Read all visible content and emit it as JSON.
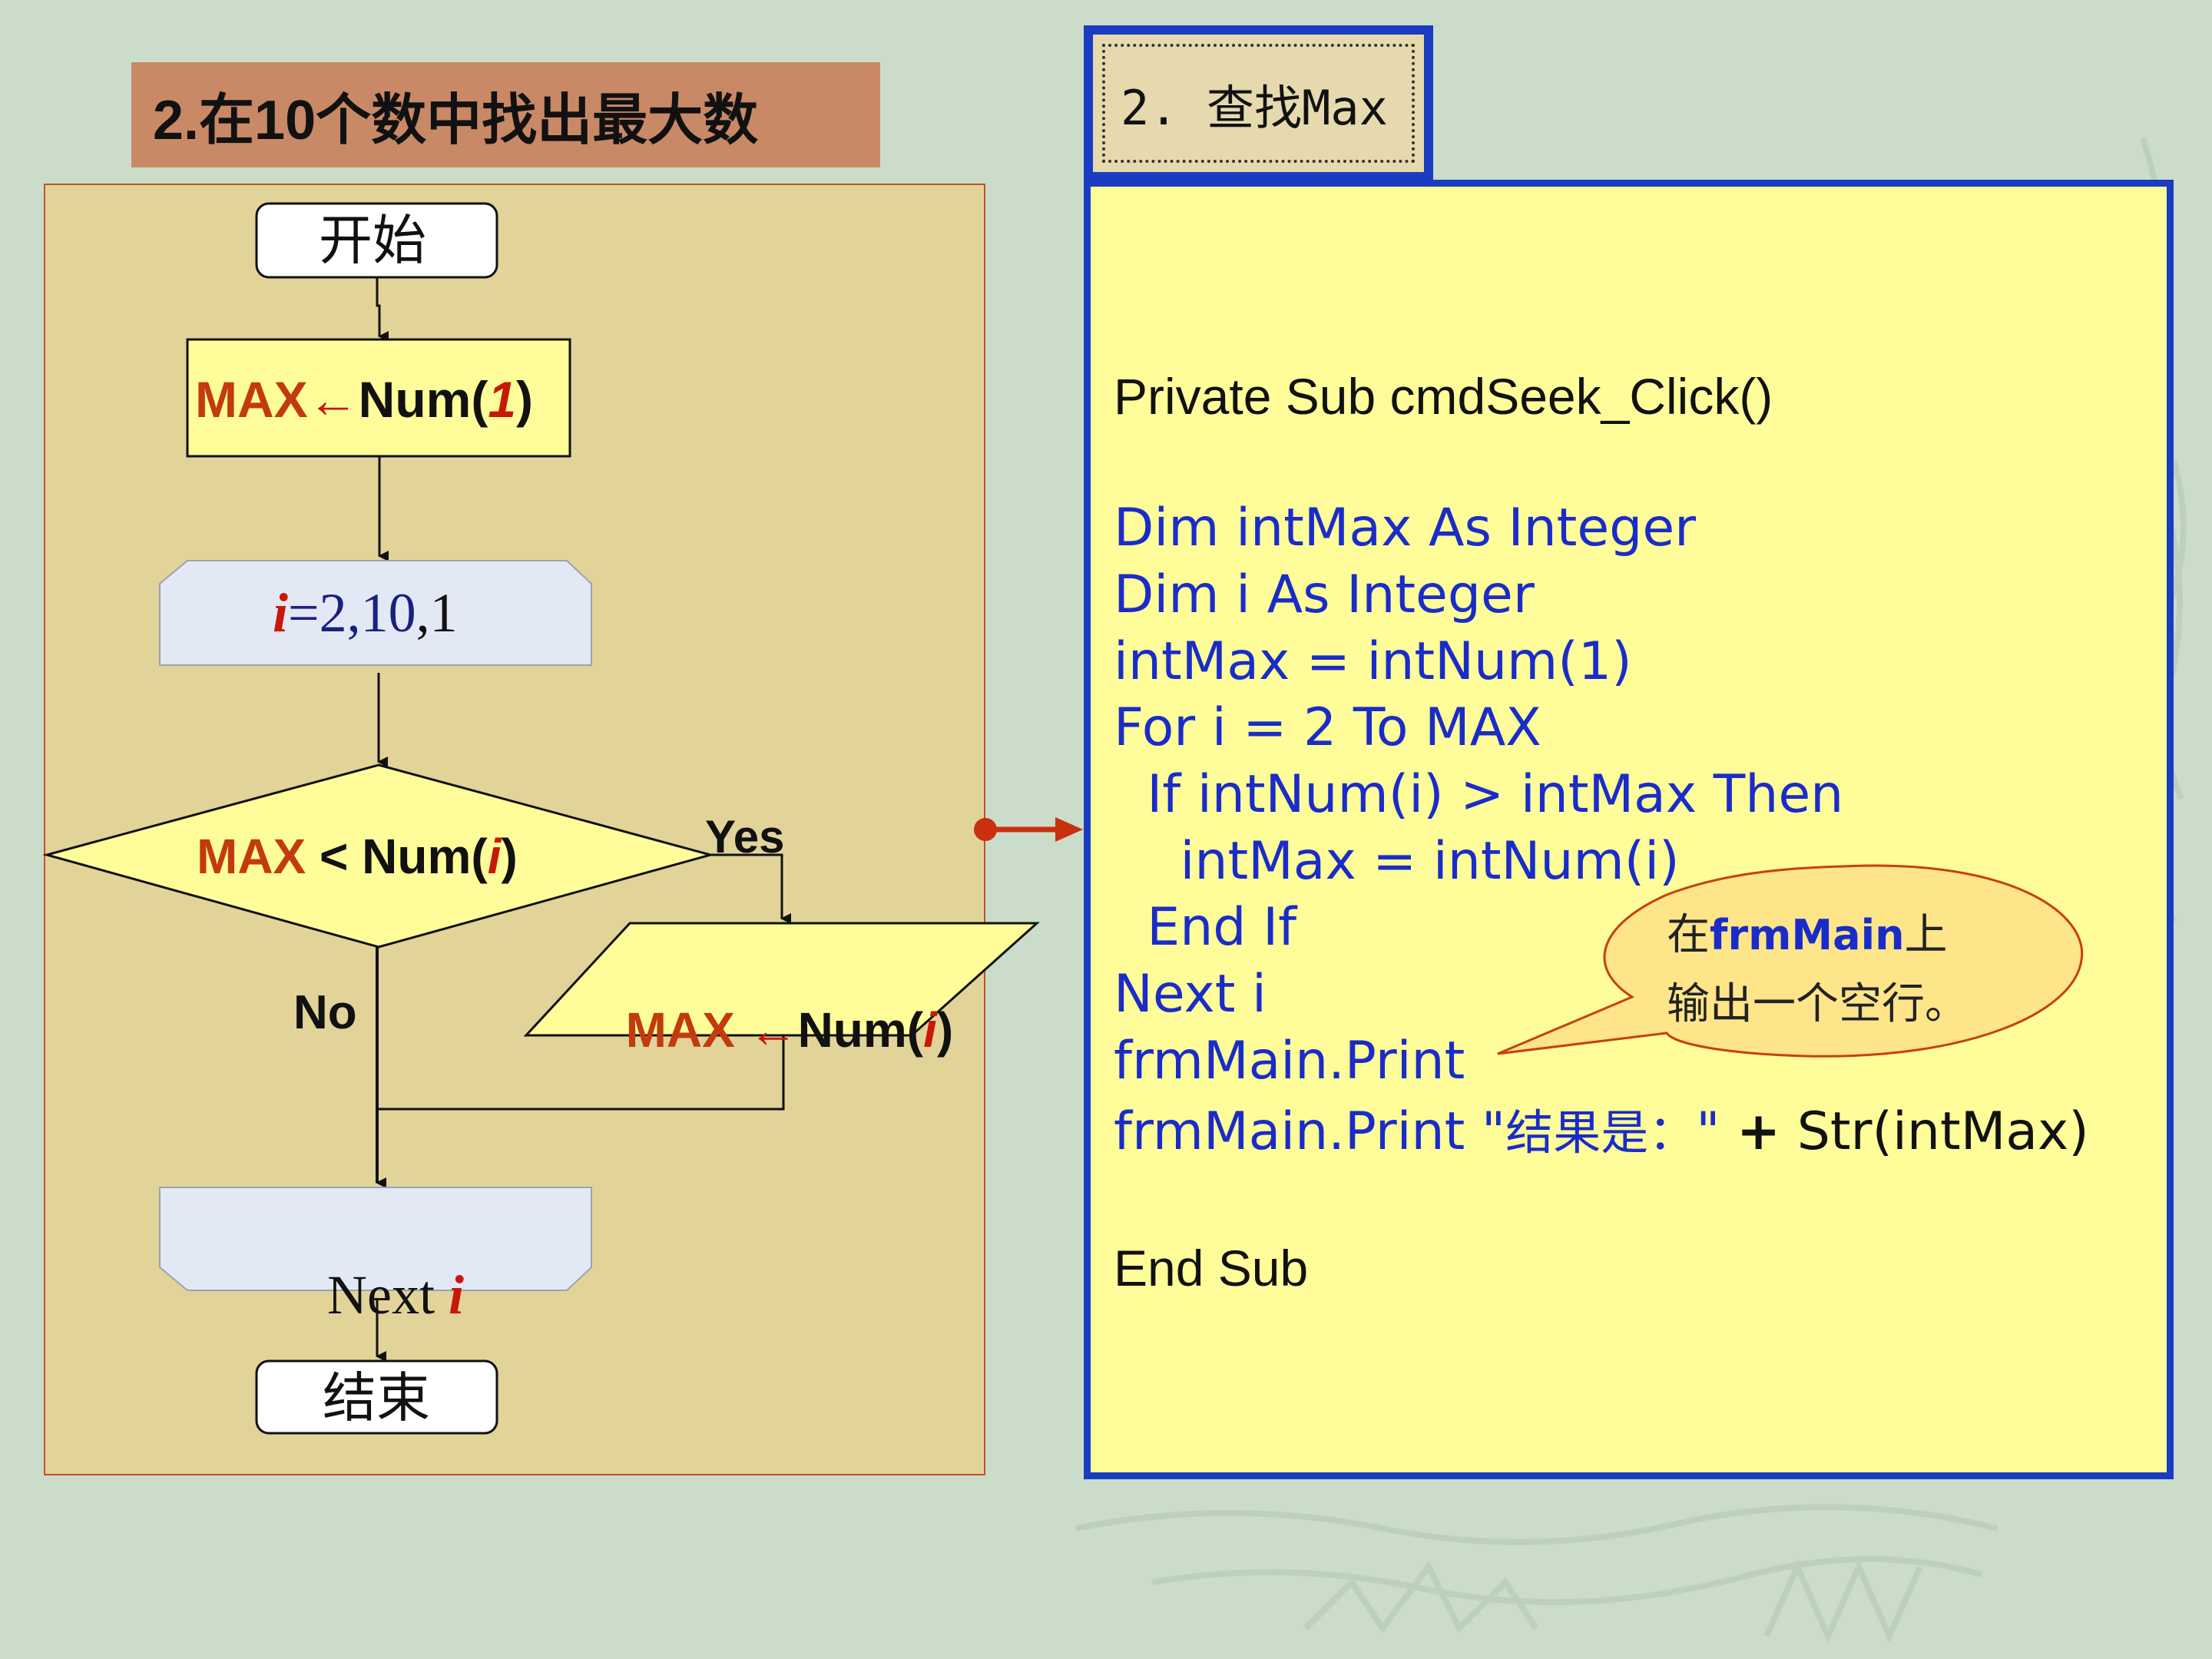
{
  "title": "2.在10个数中找出最大数",
  "flowchart": {
    "start": "开始",
    "assign_init": {
      "lhs": "MAX",
      "arrow": "←",
      "fn": "Num(",
      "arg": "1",
      "close": ")"
    },
    "loop": {
      "var": "i",
      "start": "=2,",
      "end": "10",
      "step": ",1"
    },
    "decision": {
      "lhs": "MAX",
      "op": " < ",
      "fn": "Num(",
      "arg": "i",
      "close": ")"
    },
    "yes_label": "Yes",
    "no_label": "No",
    "assign_update": {
      "lhs": "MAX",
      "arrow": " ←",
      "fn": "Num(",
      "arg": "i",
      "close": ")"
    },
    "next": {
      "word": "Next ",
      "var": "i"
    },
    "end": "结束"
  },
  "tab": {
    "label": "2. 查找Max"
  },
  "code": {
    "sub_start": "Private Sub cmdSeek_Click()",
    "lines": [
      "Dim intMax As Integer",
      "Dim i As Integer",
      "intMax = intNum(1)",
      "For i = 2 To MAX",
      "  If intNum(i) > intMax Then",
      "    intMax = intNum(i)",
      "  End If",
      "Next i",
      "frmMain.Print"
    ],
    "print_result": {
      "prefix": "frmMain.Print \"",
      "cn": "结果是：",
      "q": "\" ",
      "plus": "+",
      "fn": " Str(intMax)"
    },
    "sub_end": "End Sub"
  },
  "callout": {
    "line1_pre": "在",
    "line1_bold": "frmMain",
    "line1_post": "上",
    "line2": "输出一个空行。"
  },
  "colors": {
    "background": "#cbddca",
    "title_bar": "#c98966",
    "flow_panel": "#e2d399",
    "process_fill": "#fefd99",
    "loop_fill": "#e2e9f5",
    "code_panel": "#fefd99",
    "code_border": "#1a3cc2",
    "code_text": "#1a2cc8",
    "accent_red": "#c8180a"
  }
}
